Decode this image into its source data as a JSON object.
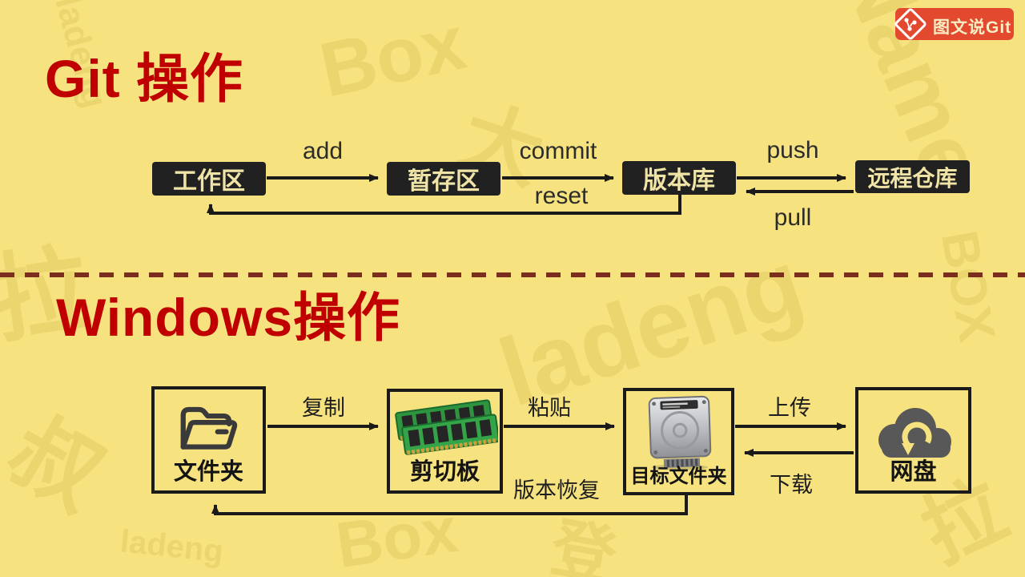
{
  "page": {
    "background_color": "#F6E27E",
    "accent_red": "#C00000",
    "divider_color": "#7C2E1E",
    "node_fill": "#212121",
    "node_text_color": "#F0E3A6",
    "arrow_color": "#1A1A1A"
  },
  "logo": {
    "text": "图文说Git",
    "background_color": "#E2492E",
    "icon": "git-branch-icon"
  },
  "sections": [
    {
      "id": "git",
      "title": "Git 操作"
    },
    {
      "id": "windows",
      "title": "Windows操作"
    }
  ],
  "git_flow": {
    "nodes": [
      {
        "label": "工作区"
      },
      {
        "label": "暂存区"
      },
      {
        "label": "版本库"
      },
      {
        "label": "远程仓库"
      }
    ],
    "edges": [
      {
        "label": "add",
        "from": "工作区",
        "to": "暂存区"
      },
      {
        "label": "commit",
        "from": "暂存区",
        "to": "版本库"
      },
      {
        "label": "reset",
        "from": "版本库",
        "to": "工作区"
      },
      {
        "label": "push",
        "from": "版本库",
        "to": "远程仓库"
      },
      {
        "label": "pull",
        "from": "远程仓库",
        "to": "版本库"
      }
    ]
  },
  "windows_flow": {
    "nodes": [
      {
        "label": "文件夹",
        "icon": "folder-icon"
      },
      {
        "label": "剪切板",
        "icon": "ram-icon"
      },
      {
        "label": "目标文件夹",
        "icon": "hard-drive-icon"
      },
      {
        "label": "网盘",
        "icon": "cloud-sync-icon"
      }
    ],
    "edges": [
      {
        "label": "复制",
        "from": "文件夹",
        "to": "剪切板"
      },
      {
        "label": "粘贴",
        "from": "剪切板",
        "to": "目标文件夹"
      },
      {
        "label": "上传",
        "from": "目标文件夹",
        "to": "网盘"
      },
      {
        "label": "下载",
        "from": "网盘",
        "to": "目标文件夹"
      },
      {
        "label": "版本恢复",
        "from": "目标文件夹",
        "to": "文件夹"
      }
    ]
  },
  "watermark": {
    "items": [
      "ladeng",
      "Box",
      "大",
      "Name",
      "拉",
      "叔",
      "BOX",
      "ladeng",
      "Box",
      "登",
      "ladeng",
      "拉"
    ]
  }
}
